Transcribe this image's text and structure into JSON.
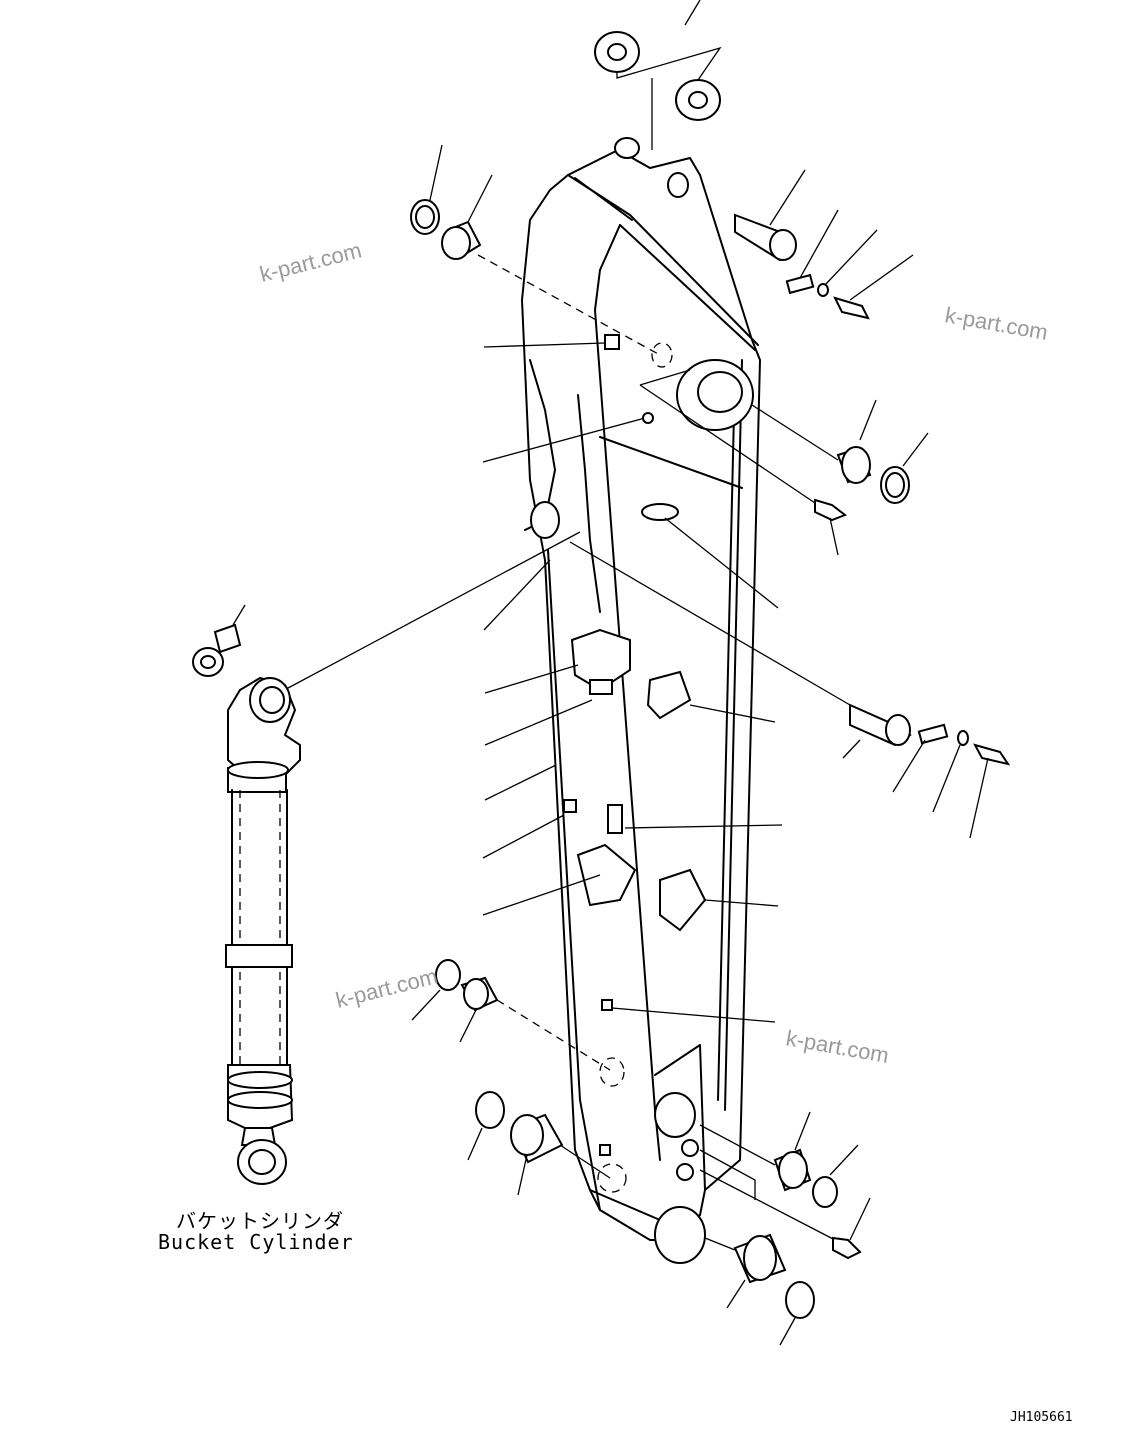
{
  "watermark": "k-part.com",
  "caption": {
    "jp": "バケットシリンダ",
    "en": "Bucket Cylinder"
  },
  "drawing_code": "JH105661"
}
